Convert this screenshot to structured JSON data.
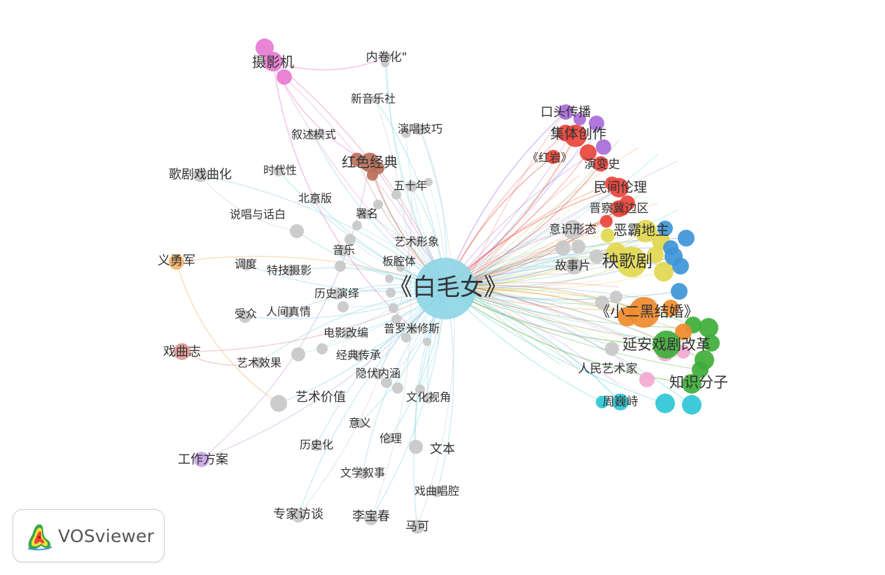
{
  "network": {
    "colors": {
      "center": "#8fd6e6",
      "gray": "#c8c8c8",
      "pink": "#e67bd0",
      "brown": "#b8705a",
      "orange": "#f2b46a",
      "salmon": "#e49a96",
      "lavender": "#c9a5e6",
      "purple": "#a86bd8",
      "red": "#e8453c",
      "yellow": "#e2d850",
      "blue": "#3f95d8",
      "orange2": "#f08a2c",
      "green": "#3fae3a",
      "pinkLight": "#f2a8d0",
      "teal": "#2ec6d6"
    },
    "nodes": [
      {
        "id": "bmn",
        "label": "《白毛女》",
        "color": "center"
      },
      {
        "id": "syj",
        "label": "摄影机",
        "color": "pink"
      },
      {
        "id": "njh",
        "label": "内卷化\"",
        "color": "gray"
      },
      {
        "id": "xyys",
        "label": "新音乐社",
        "color": "gray"
      },
      {
        "id": "xsms",
        "label": "叙述模式",
        "color": "gray"
      },
      {
        "id": "ycjq",
        "label": "演唱技巧",
        "color": "gray"
      },
      {
        "id": "hsjd",
        "label": "红色经典",
        "color": "brown"
      },
      {
        "id": "gjxqh",
        "label": "歌剧戏曲化",
        "color": "gray"
      },
      {
        "id": "sdx",
        "label": "时代性",
        "color": "gray"
      },
      {
        "id": "wsn",
        "label": "五十年",
        "color": "gray"
      },
      {
        "id": "bjb",
        "label": "北京版",
        "color": "gray"
      },
      {
        "id": "sm",
        "label": "署名",
        "color": "gray"
      },
      {
        "id": "scyhb",
        "label": "说唱与话白",
        "color": "gray"
      },
      {
        "id": "ysxx",
        "label": "艺术形象",
        "color": "gray"
      },
      {
        "id": "yy",
        "label": "音乐",
        "color": "gray"
      },
      {
        "id": "yyj",
        "label": "义勇军",
        "color": "orange"
      },
      {
        "id": "td",
        "label": "调度",
        "color": "gray"
      },
      {
        "id": "tjsy",
        "label": "特技摄影",
        "color": "gray"
      },
      {
        "id": "bqt",
        "label": "板腔体",
        "color": "gray"
      },
      {
        "id": "lsyy",
        "label": "历史演绎",
        "color": "gray"
      },
      {
        "id": "sz",
        "label": "受众",
        "color": "gray"
      },
      {
        "id": "rjzq",
        "label": "人间真情",
        "color": "gray"
      },
      {
        "id": "dygb",
        "label": "电影改编",
        "color": "gray"
      },
      {
        "id": "plmxs",
        "label": "普罗米修斯",
        "color": "gray"
      },
      {
        "id": "xqz",
        "label": "戏曲志",
        "color": "salmon"
      },
      {
        "id": "ysxg",
        "label": "艺术效果",
        "color": "gray"
      },
      {
        "id": "jdcc",
        "label": "经典传承",
        "color": "gray"
      },
      {
        "id": "yfnh",
        "label": "隐伏内涵",
        "color": "gray"
      },
      {
        "id": "ysjz",
        "label": "艺术价值",
        "color": "gray"
      },
      {
        "id": "whsj",
        "label": "文化视角",
        "color": "gray"
      },
      {
        "id": "yiyi",
        "label": "意义",
        "color": "gray"
      },
      {
        "id": "lsh",
        "label": "历史化",
        "color": "gray"
      },
      {
        "id": "ll",
        "label": "伦理",
        "color": "gray"
      },
      {
        "id": "wb",
        "label": "文本",
        "color": "gray"
      },
      {
        "id": "gzfa",
        "label": "工作方案",
        "color": "lavender"
      },
      {
        "id": "wxxs",
        "label": "文学叙事",
        "color": "gray"
      },
      {
        "id": "xqcq",
        "label": "戏曲唱腔",
        "color": "gray"
      },
      {
        "id": "zjft",
        "label": "专家访谈",
        "color": "gray"
      },
      {
        "id": "lbc",
        "label": "李宝春",
        "color": "gray"
      },
      {
        "id": "mk",
        "label": "马可",
        "color": "gray"
      },
      {
        "id": "ktcb",
        "label": "口头传播",
        "color": "purple"
      },
      {
        "id": "jtcz",
        "label": "集体创作",
        "color": "red"
      },
      {
        "id": "hy",
        "label": "《红岩》",
        "color": "red"
      },
      {
        "id": "ybs",
        "label": "演变史",
        "color": "red"
      },
      {
        "id": "mjll",
        "label": "民间伦理",
        "color": "red"
      },
      {
        "id": "jcjbq",
        "label": "晋察冀边区",
        "color": "red"
      },
      {
        "id": "ysxt",
        "label": "意识形态",
        "color": "gray"
      },
      {
        "id": "ebdz",
        "label": "恶霸地主",
        "color": "yellow"
      },
      {
        "id": "gsp",
        "label": "故事片",
        "color": "gray"
      },
      {
        "id": "ygj",
        "label": "秧歌剧",
        "color": "yellow"
      },
      {
        "id": "xehjh",
        "label": "《小二黑结婚》",
        "color": "orange2"
      },
      {
        "id": "yaxjgg",
        "label": "延安戏剧改革",
        "color": "green"
      },
      {
        "id": "rmysj",
        "label": "人民艺术家",
        "color": "pinkLight"
      },
      {
        "id": "zsfz",
        "label": "知识分子",
        "color": "green"
      },
      {
        "id": "zws",
        "label": "周巍峙",
        "color": "teal"
      }
    ]
  },
  "badge": {
    "name": "VOSviewer",
    "icon": "vosviewer-logo-icon"
  }
}
